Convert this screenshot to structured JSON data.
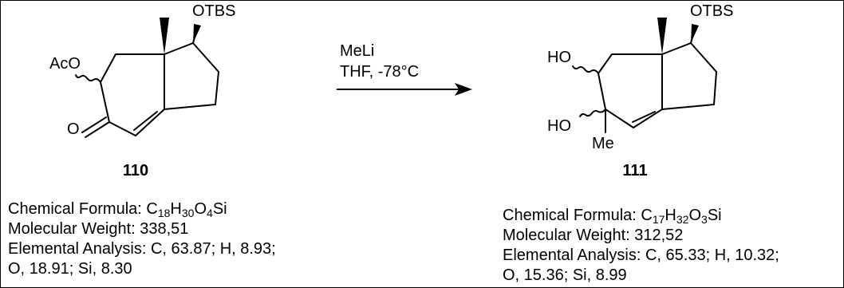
{
  "reaction": {
    "reagent": "MeLi",
    "conditions": "THF, -78°C"
  },
  "compounds": [
    {
      "id": "110",
      "substituents": {
        "top": "OTBS",
        "left": "AcO",
        "ketone": "O"
      },
      "formula_label": "Chemical Formula: ",
      "formula": [
        {
          "el": "C",
          "n": "18"
        },
        {
          "el": "H",
          "n": "30"
        },
        {
          "el": "O",
          "n": "4"
        },
        {
          "el": "Si",
          "n": ""
        }
      ],
      "mw": "Molecular Weight: 338,51",
      "ea_line1": "Elemental Analysis: C, 63.87; H, 8.93;",
      "ea_line2": "O, 18.91; Si, 8.30"
    },
    {
      "id": "111",
      "substituents": {
        "top": "OTBS",
        "ho1": "HO",
        "ho2": "HO",
        "methyl": "Me"
      },
      "formula_label": "Chemical Formula: ",
      "formula": [
        {
          "el": "C",
          "n": "17"
        },
        {
          "el": "H",
          "n": "32"
        },
        {
          "el": "O",
          "n": "3"
        },
        {
          "el": "Si",
          "n": ""
        }
      ],
      "mw": "Molecular Weight: 312,52",
      "ea_line1": "Elemental Analysis: C, 65.33; H, 10.32;",
      "ea_line2": "O, 15.36; Si, 8.99"
    }
  ]
}
